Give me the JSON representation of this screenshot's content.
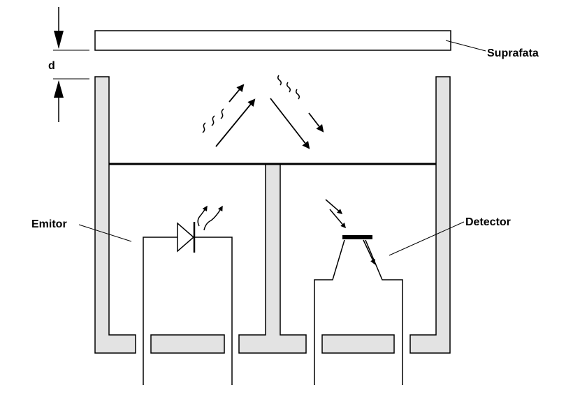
{
  "labels": {
    "surface": "Suprafata",
    "distance": "d",
    "emitter": "Emitor",
    "detector": "Detector"
  },
  "colors": {
    "stroke": "#000000",
    "wall_fill": "#e3e3e3",
    "background": "#ffffff"
  },
  "icons": {
    "emitter": "led-diode-icon",
    "detector": "phototransistor-icon",
    "radiation": "wavy-light-icon"
  }
}
